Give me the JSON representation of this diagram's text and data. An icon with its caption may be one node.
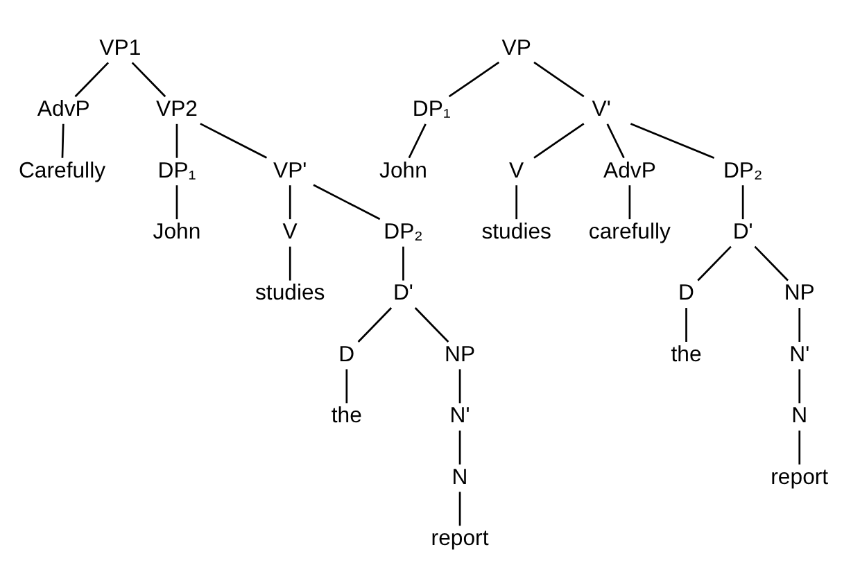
{
  "diagram": {
    "nodes": [
      {
        "text": [
          "VP1"
        ]
      },
      {
        "text": [
          "AdvP"
        ]
      },
      {
        "text": [
          "VP2"
        ]
      },
      {
        "text": [
          "Carefully"
        ]
      },
      {
        "text": [
          "DP₁"
        ]
      },
      {
        "text": [
          "VP'"
        ]
      },
      {
        "text": [
          "John"
        ]
      },
      {
        "text": [
          "V"
        ]
      },
      {
        "text": [
          "DP₂"
        ]
      },
      {
        "text": [
          "studies"
        ]
      },
      {
        "text": [
          "D'"
        ]
      },
      {
        "text": [
          "D"
        ]
      },
      {
        "text": [
          "NP"
        ]
      },
      {
        "text": [
          "the"
        ]
      },
      {
        "text": [
          "N'"
        ]
      },
      {
        "text": [
          "N"
        ]
      },
      {
        "text": [
          "report"
        ]
      },
      {
        "text": [
          "VP"
        ]
      },
      {
        "text": [
          "DP₁"
        ]
      },
      {
        "text": [
          "V'"
        ]
      },
      {
        "text": [
          "John"
        ]
      },
      {
        "text": [
          "V"
        ]
      },
      {
        "text": [
          "AdvP"
        ]
      },
      {
        "text": [
          "DP₂"
        ]
      },
      {
        "text": [
          "studies"
        ]
      },
      {
        "text": [
          "carefully"
        ]
      },
      {
        "text": [
          "D'"
        ]
      },
      {
        "text": [
          "D"
        ]
      },
      {
        "text": [
          "NP"
        ]
      },
      {
        "text": [
          "the"
        ]
      },
      {
        "text": [
          "N'"
        ]
      },
      {
        "text": [
          "N"
        ]
      },
      {
        "text": [
          "report"
        ]
      }
    ],
    "edges": [
      {
        "from": 0,
        "to": 1,
        "arrow": "none"
      },
      {
        "from": 0,
        "to": 2,
        "arrow": "none"
      },
      {
        "from": 1,
        "to": 3,
        "arrow": "none"
      },
      {
        "from": 2,
        "to": 4,
        "arrow": "none"
      },
      {
        "from": 2,
        "to": 5,
        "arrow": "none"
      },
      {
        "from": 4,
        "to": 6,
        "arrow": "none"
      },
      {
        "from": 5,
        "to": 7,
        "arrow": "none"
      },
      {
        "from": 5,
        "to": 8,
        "arrow": "none"
      },
      {
        "from": 7,
        "to": 9,
        "arrow": "none"
      },
      {
        "from": 8,
        "to": 10,
        "arrow": "none"
      },
      {
        "from": 10,
        "to": 11,
        "arrow": "none"
      },
      {
        "from": 10,
        "to": 12,
        "arrow": "none"
      },
      {
        "from": 11,
        "to": 13,
        "arrow": "none"
      },
      {
        "from": 12,
        "to": 14,
        "arrow": "none"
      },
      {
        "from": 14,
        "to": 15,
        "arrow": "none"
      },
      {
        "from": 15,
        "to": 16,
        "arrow": "none"
      },
      {
        "from": 17,
        "to": 18,
        "arrow": "none"
      },
      {
        "from": 17,
        "to": 19,
        "arrow": "none"
      },
      {
        "from": 18,
        "to": 20,
        "arrow": "none"
      },
      {
        "from": 19,
        "to": 21,
        "arrow": "none"
      },
      {
        "from": 19,
        "to": 22,
        "arrow": "none"
      },
      {
        "from": 19,
        "to": 23,
        "arrow": "none"
      },
      {
        "from": 21,
        "to": 24,
        "arrow": "none"
      },
      {
        "from": 22,
        "to": 25,
        "arrow": "none"
      },
      {
        "from": 23,
        "to": 26,
        "arrow": "none"
      },
      {
        "from": 26,
        "to": 27,
        "arrow": "none"
      },
      {
        "from": 26,
        "to": 28,
        "arrow": "none"
      },
      {
        "from": 27,
        "to": 29,
        "arrow": "none"
      },
      {
        "from": 28,
        "to": 30,
        "arrow": "none"
      },
      {
        "from": 30,
        "to": 31,
        "arrow": "none"
      },
      {
        "from": 31,
        "to": 32,
        "arrow": "none"
      }
    ]
  }
}
